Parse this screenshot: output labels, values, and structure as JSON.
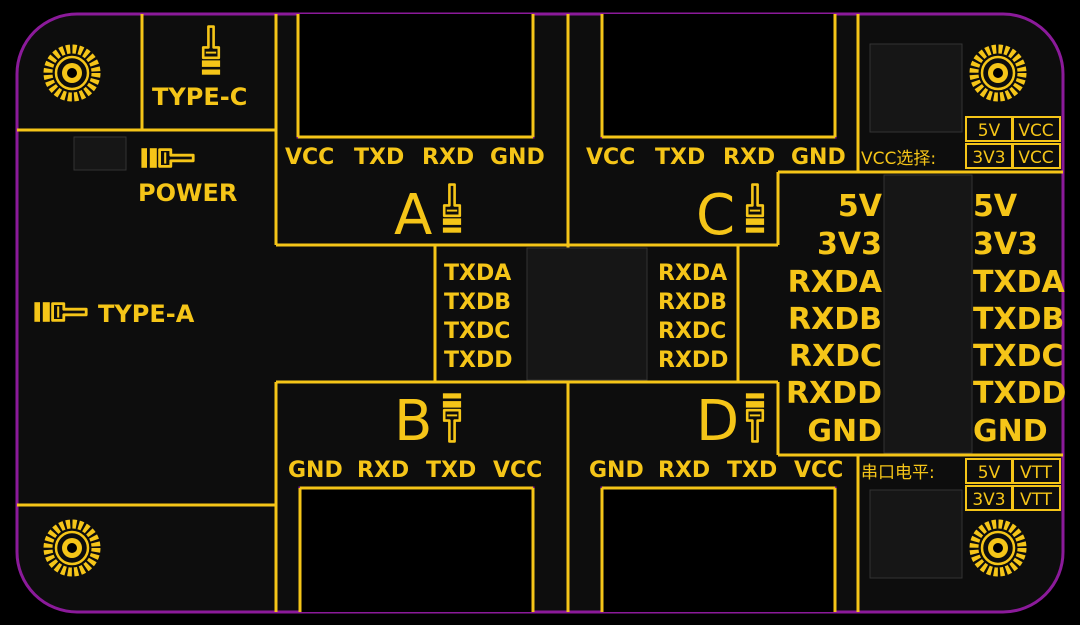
{
  "colors": {
    "background": "#000000",
    "board_fill": "#0d0d0d",
    "outline": "#8b1a9a",
    "silkscreen": "#f5c518",
    "component_body": "#161616"
  },
  "labels": {
    "type_c": "TYPE-C",
    "power": "POWER",
    "type_a": "TYPE-A",
    "port_a": "A",
    "port_b": "B",
    "port_c": "C",
    "port_d": "D",
    "pins_top": [
      "VCC",
      "TXD",
      "RXD",
      "GND"
    ],
    "pins_bottom": [
      "GND",
      "RXD",
      "TXD",
      "VCC"
    ],
    "center_tx": [
      "TXDA",
      "TXDB",
      "TXDC",
      "TXDD"
    ],
    "center_rx": [
      "RXDA",
      "RXDB",
      "RXDC",
      "RXDD"
    ],
    "header_left": [
      "5V",
      "3V3",
      "RXDA",
      "RXDB",
      "RXDC",
      "RXDD",
      "GND"
    ],
    "header_right": [
      "5V",
      "3V3",
      "TXDA",
      "TXDB",
      "TXDC",
      "TXDD",
      "GND"
    ],
    "vcc_select": "VCC选择:",
    "vcc_options": [
      [
        "5V",
        "VCC"
      ],
      [
        "3V3",
        "VCC"
      ]
    ],
    "uart_level": "串口电平:",
    "vtt_options": [
      [
        "5V",
        "VTT"
      ],
      [
        "3V3",
        "VTT"
      ]
    ]
  },
  "icons": {
    "pointing_up": "pointing-up-hand-icon",
    "pointing_down": "pointing-down-hand-icon",
    "pointing_right": "pointing-right-hand-icon",
    "mounting_hole": "mounting-hole-icon"
  }
}
